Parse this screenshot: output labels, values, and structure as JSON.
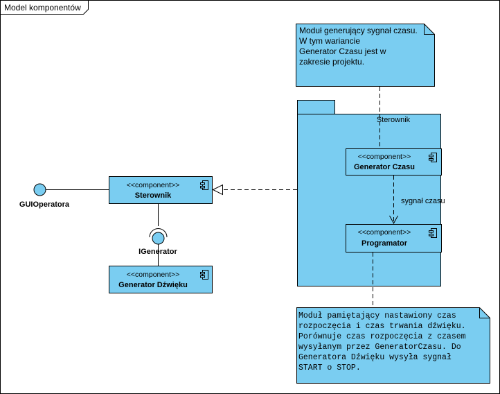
{
  "frame": {
    "title": "Model komponentów"
  },
  "package": {
    "name": "Sterownik"
  },
  "components": {
    "sterownik": {
      "stereotype": "<<component>>",
      "name": "Sterownik"
    },
    "generator_dzwieku": {
      "stereotype": "<<component>>",
      "name": "Generator Dźwięku"
    },
    "generator_czasu": {
      "stereotype": "<<component>>",
      "name": "Generator Czasu"
    },
    "programator": {
      "stereotype": "<<component>>",
      "name": "Programator"
    }
  },
  "interfaces": {
    "gui": {
      "name": "GUIOperatora"
    },
    "igenerator": {
      "name": "IGenerator"
    }
  },
  "connectors": {
    "signal_label": "sygnał czasu"
  },
  "notes": {
    "top": {
      "lines": [
        "Moduł generujący sygnał czasu.",
        "W tym wariancie",
        "Generator  Czasu jest w",
        "zakresie projektu."
      ]
    },
    "bottom": {
      "lines": [
        "Moduł pamiętający nastawiony czas",
        "rozpoczęcia i czas trwania dźwięku.",
        "Porównuje czas rozpoczęcia z czasem",
        "wysyłanym przez GeneratorCzasu. Do",
        "Generatora Dźwięku wysyła sygnał",
        "START o STOP."
      ]
    }
  },
  "colors": {
    "fill": "#7acdf1",
    "stroke": "#000000",
    "background": "#ffffff"
  }
}
